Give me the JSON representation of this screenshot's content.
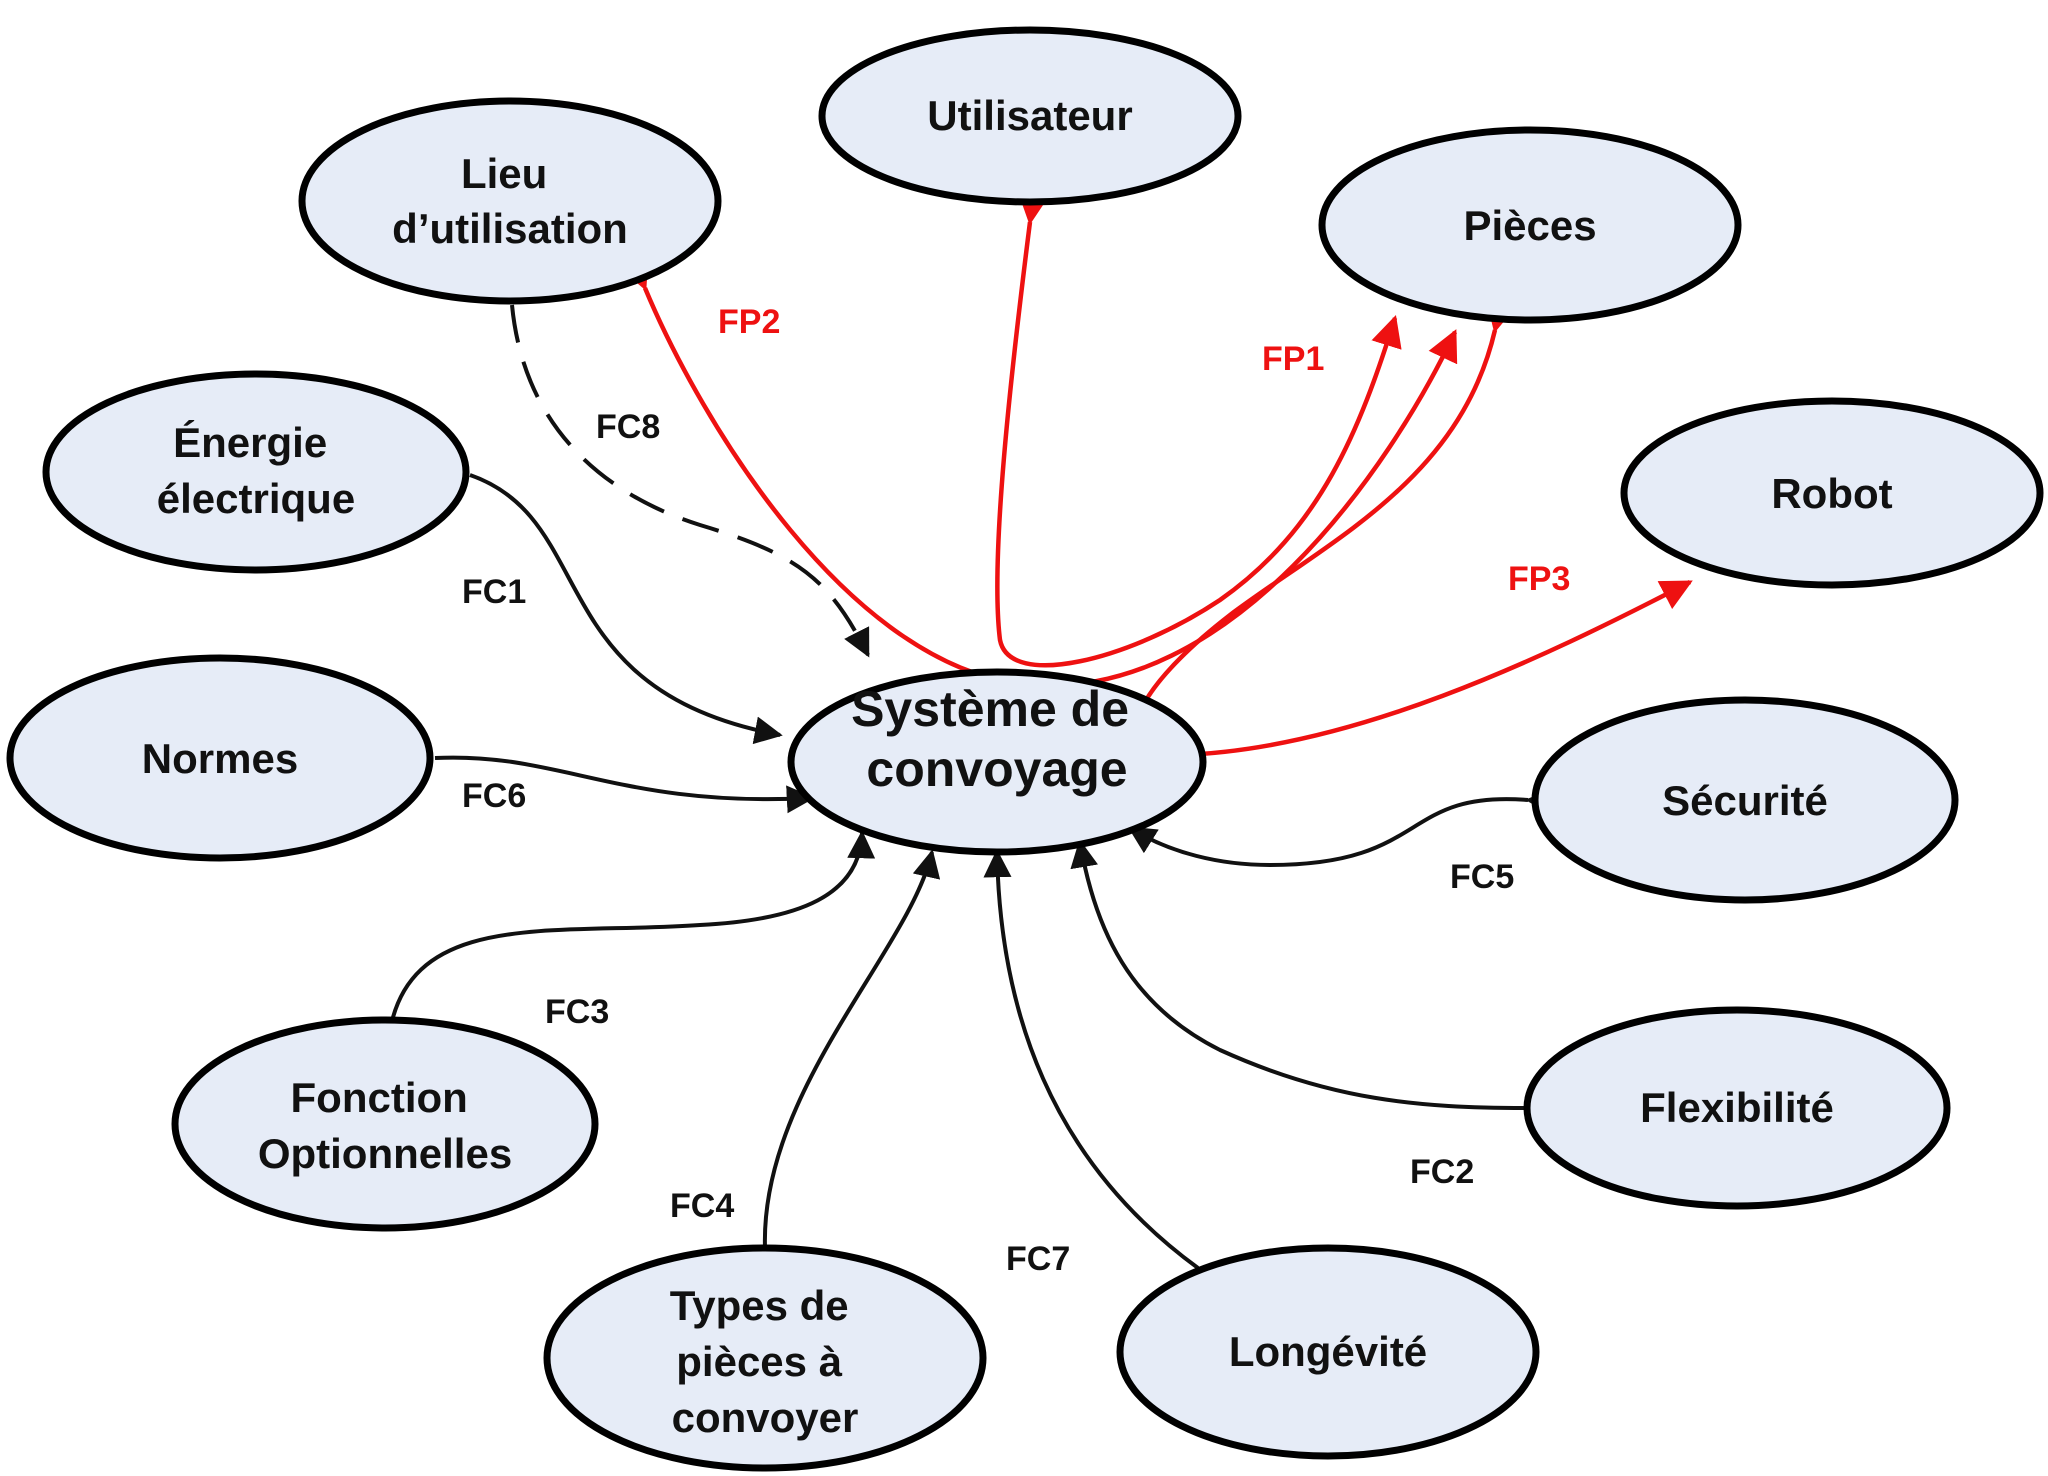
{
  "colors": {
    "node_fill": "#e6ecf7",
    "node_stroke": "#000000",
    "black_edge": "#111111",
    "red_edge": "#ee1111"
  },
  "nodes": {
    "center": {
      "lines": [
        "Système de",
        "convoyage"
      ]
    },
    "utilisateur": {
      "lines": [
        "Utilisateur"
      ]
    },
    "lieu": {
      "lines": [
        "Lieu",
        "d’utilisation"
      ]
    },
    "pieces": {
      "lines": [
        "Pièces"
      ]
    },
    "energie": {
      "lines": [
        "Énergie",
        "électrique"
      ]
    },
    "robot": {
      "lines": [
        "Robot"
      ]
    },
    "normes": {
      "lines": [
        "Normes"
      ]
    },
    "securite": {
      "lines": [
        "Sécurité"
      ]
    },
    "fonction": {
      "lines": [
        "Fonction",
        "Optionnelles"
      ]
    },
    "flexibilite": {
      "lines": [
        "Flexibilité"
      ]
    },
    "types": {
      "lines": [
        "Types de",
        "pièces à",
        "convoyer"
      ]
    },
    "longevite": {
      "lines": [
        "Longévité"
      ]
    }
  },
  "edge_labels": {
    "fp1": "FP1",
    "fp2": "FP2",
    "fp3": "FP3",
    "fc1": "FC1",
    "fc2": "FC2",
    "fc3": "FC3",
    "fc4": "FC4",
    "fc5": "FC5",
    "fc6": "FC6",
    "fc7": "FC7",
    "fc8": "FC8"
  }
}
